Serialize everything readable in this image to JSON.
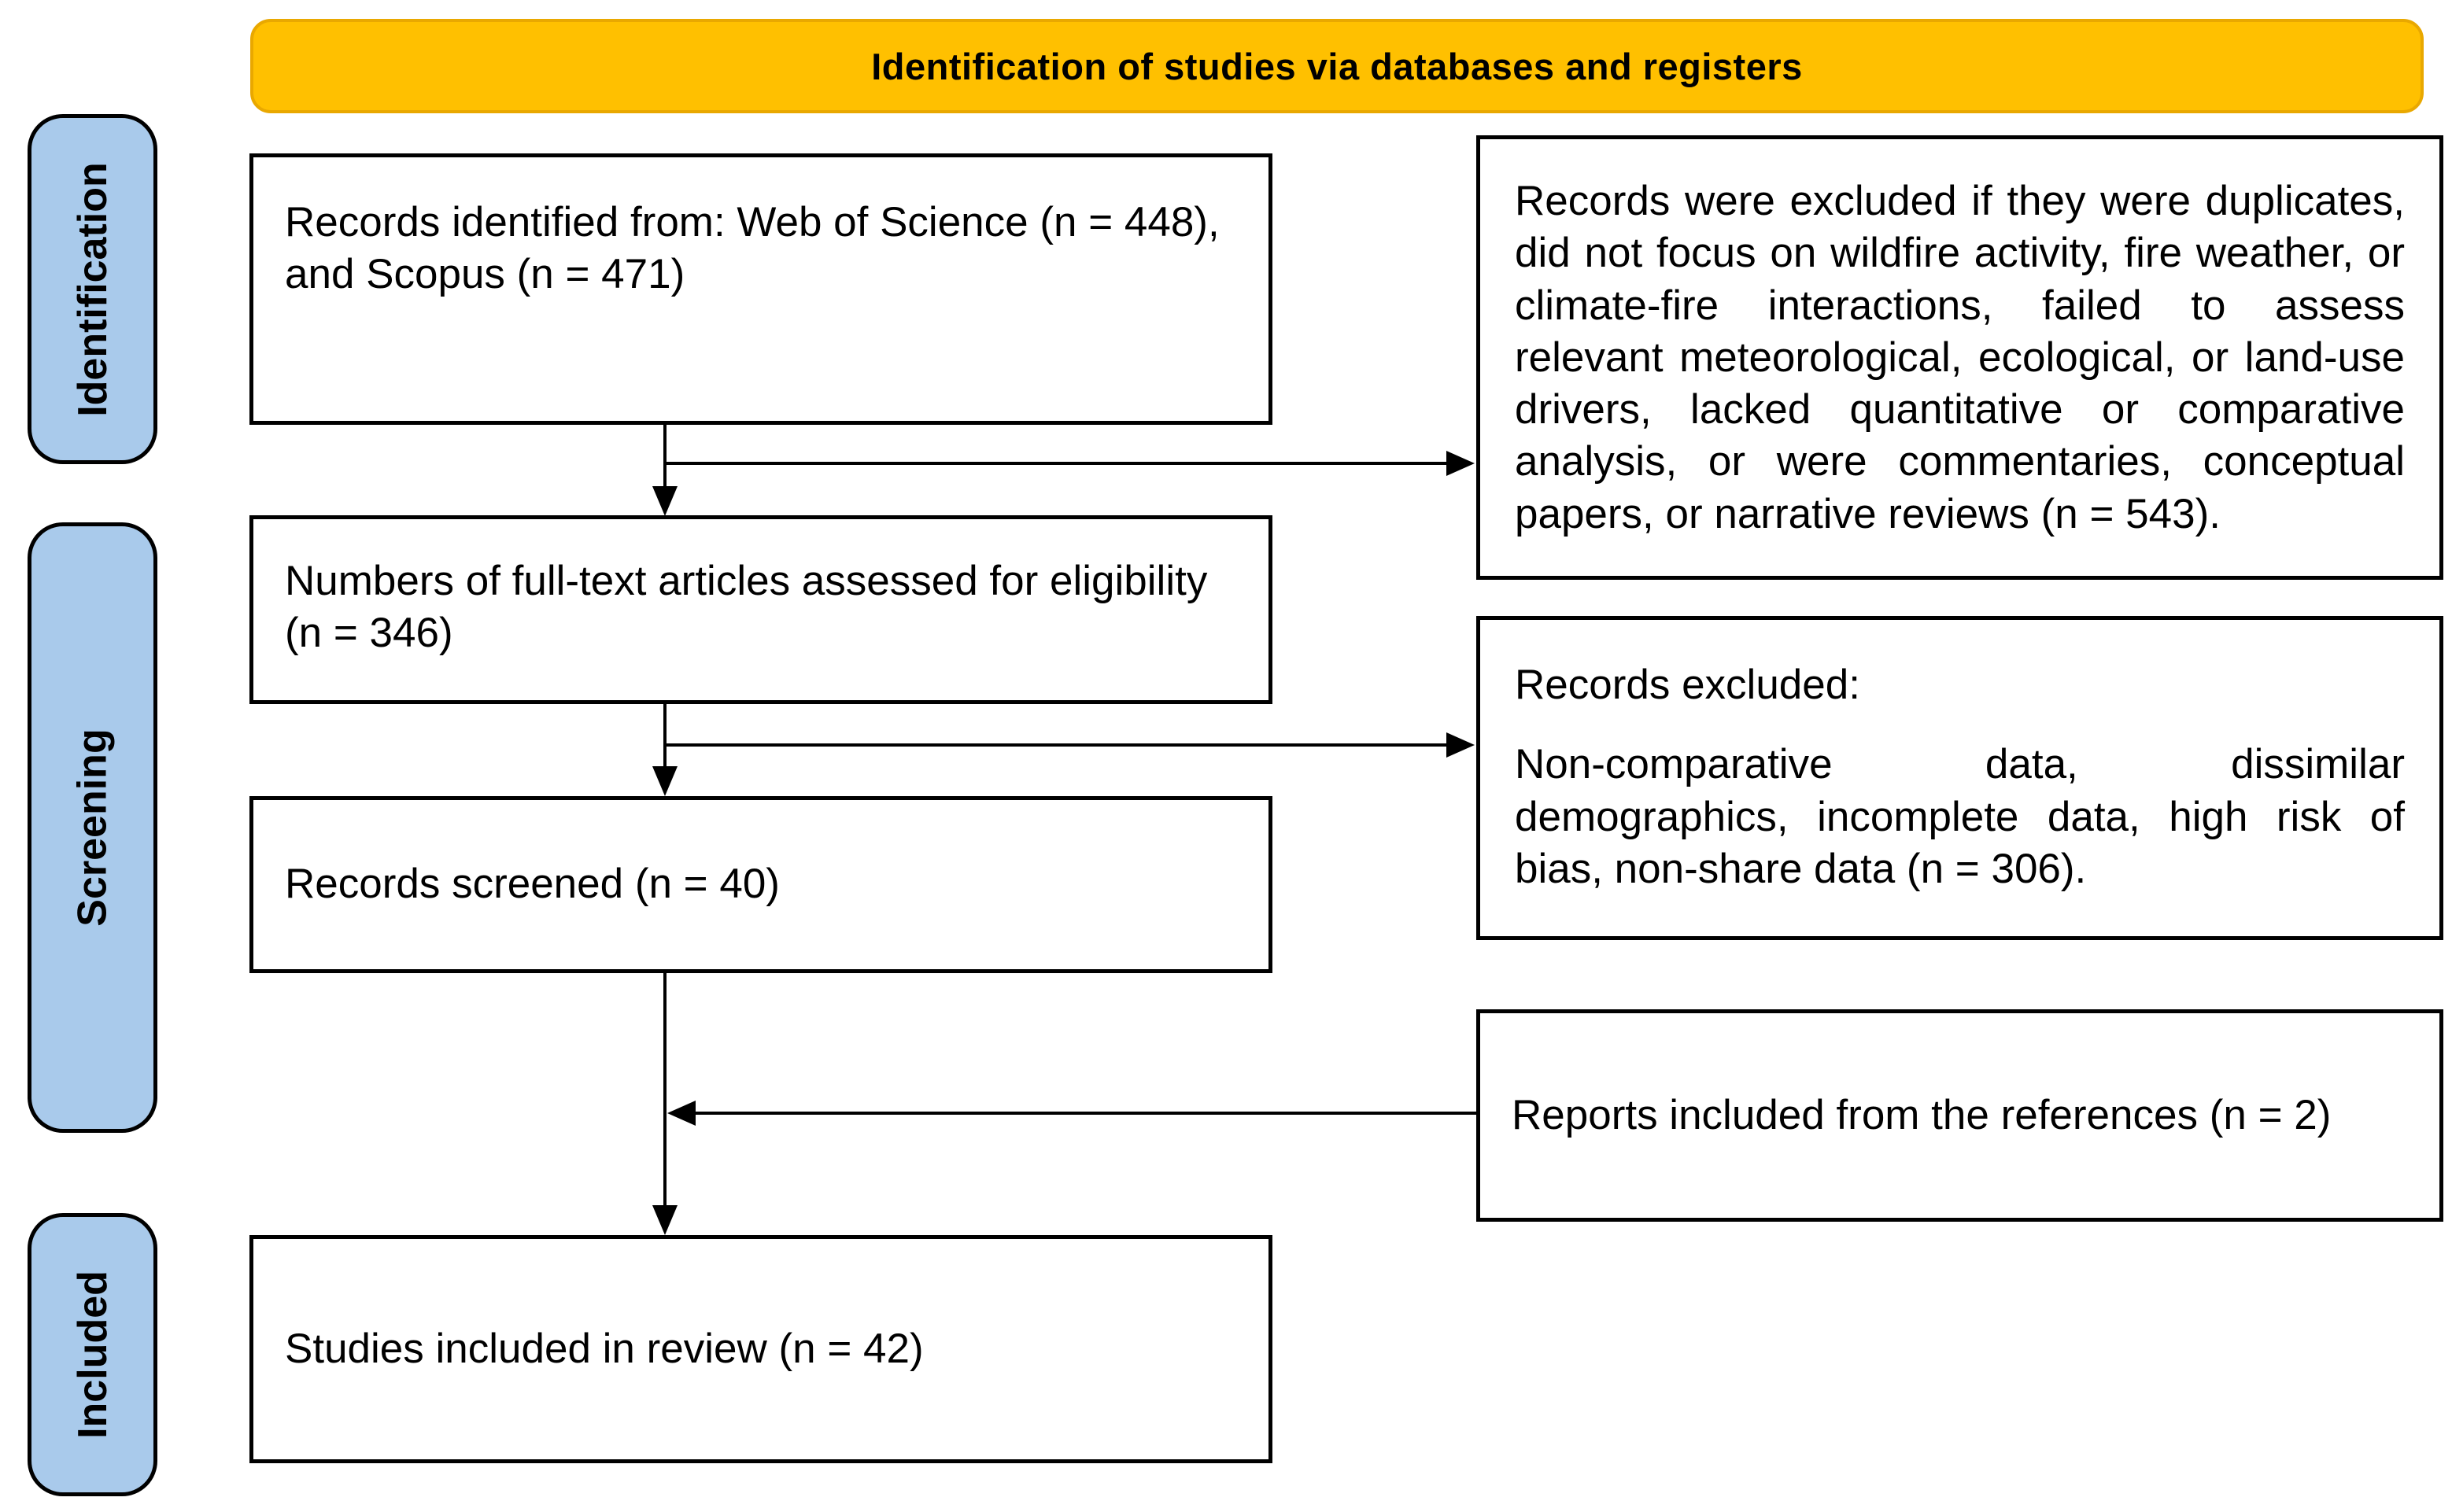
{
  "header": {
    "title": "Identification of studies via databases and registers",
    "bg_color": "#FFC000"
  },
  "sidebar": {
    "bg_color": "#A9CAEB",
    "items": [
      {
        "label": "Identification"
      },
      {
        "label": "Screening"
      },
      {
        "label": "Included"
      }
    ]
  },
  "flow": {
    "records_identified": {
      "text": "Records identified from: Web of Science (n = 448), and Scopus (n = 471)"
    },
    "fulltext_assessed": {
      "text": "Numbers of full-text articles assessed for eligibility (n = 346)"
    },
    "records_screened": {
      "text": "Records screened (n = 40)"
    },
    "studies_included": {
      "text": "Studies included in review (n = 42)"
    },
    "excluded_reasons": {
      "text": "Records were excluded if they were duplicates, did not focus on wildfire activity, fire weather, or climate-fire interactions, failed to assess relevant meteorological, ecological, or land-use drivers, lacked quantitative or comparative analysis, or were commentaries, conceptual papers, or narrative reviews (n = 543)."
    },
    "records_excluded": {
      "title": "Records excluded:",
      "body": "Non-comparative data, dissimilar demographics, incomplete data, high risk of bias, non-share data (n = 306)."
    },
    "reports_references": {
      "text": "Reports included from the references (n = 2)"
    }
  },
  "counts": {
    "web_of_science": 448,
    "scopus": 471,
    "excluded_initial": 543,
    "fulltext_assessed": 346,
    "records_excluded": 306,
    "records_screened": 40,
    "reports_from_references": 2,
    "studies_included": 42
  }
}
